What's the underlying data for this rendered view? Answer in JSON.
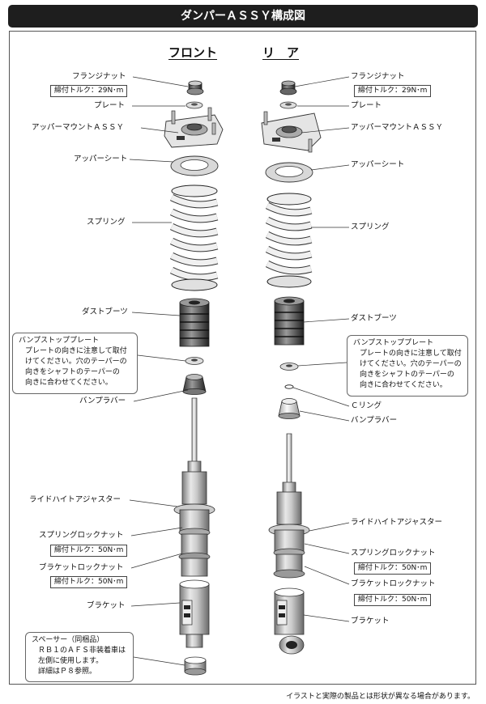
{
  "title": "ダンパーＡＳＳＹ構成図",
  "columns": {
    "front": "フロント",
    "rear": "リ　ア"
  },
  "front": {
    "flange_nut": "フランジナット",
    "flange_torque": "締付トルク：29N･m",
    "plate": "プレート",
    "upper_mount": "アッパーマウントＡＳＳＹ",
    "upper_seat": "アッパーシート",
    "spring": "スプリング",
    "dust_boot": "ダストブーツ",
    "bump_stop_plate_title": "バンプストッププレート",
    "bump_stop_plate_body": [
      "プレートの向きに注意して取付",
      "けてください。穴のテーパーの",
      "向きをシャフトのテーパーの",
      "向きに合わせてください。"
    ],
    "bump_rubber": "バンプラバー",
    "ride_height_adjuster": "ライドハイトアジャスター",
    "spring_lock_nut": "スプリングロックナット",
    "spring_lock_torque": "締付トルク：50N･m",
    "bracket_lock_nut": "ブラケットロックナット",
    "bracket_lock_torque": "締付トルク：50N･m",
    "bracket": "ブラケット",
    "spacer_title": "スペーサー（同梱品）",
    "spacer_body": [
      "ＲＢ１のＡＦＳ非装着車は",
      "左側に使用します。",
      "詳細はＰ８参照。"
    ]
  },
  "rear": {
    "flange_nut": "フランジナット",
    "flange_torque": "締付トルク：29N･m",
    "plate": "プレート",
    "upper_mount": "アッパーマウントＡＳＳＹ",
    "upper_seat": "アッパーシート",
    "spring": "スプリング",
    "dust_boot": "ダストブーツ",
    "bump_stop_plate_title": "バンプストッププレート",
    "bump_stop_plate_body": [
      "プレートの向きに注意して取付",
      "けてください。穴のテーパーの",
      "向きをシャフトのテーパーの",
      "向きに合わせてください。"
    ],
    "c_ring": "Ｃリング",
    "bump_rubber": "バンプラバー",
    "ride_height_adjuster": "ライドハイトアジャスター",
    "spring_lock_nut": "スプリングロックナット",
    "spring_lock_torque": "締付トルク：50N･m",
    "bracket_lock_nut": "ブラケットロックナット",
    "bracket_lock_torque": "締付トルク：50N･m",
    "bracket": "ブラケット"
  },
  "footer": "イラストと実際の製品とは形状が異なる場合があります。"
}
